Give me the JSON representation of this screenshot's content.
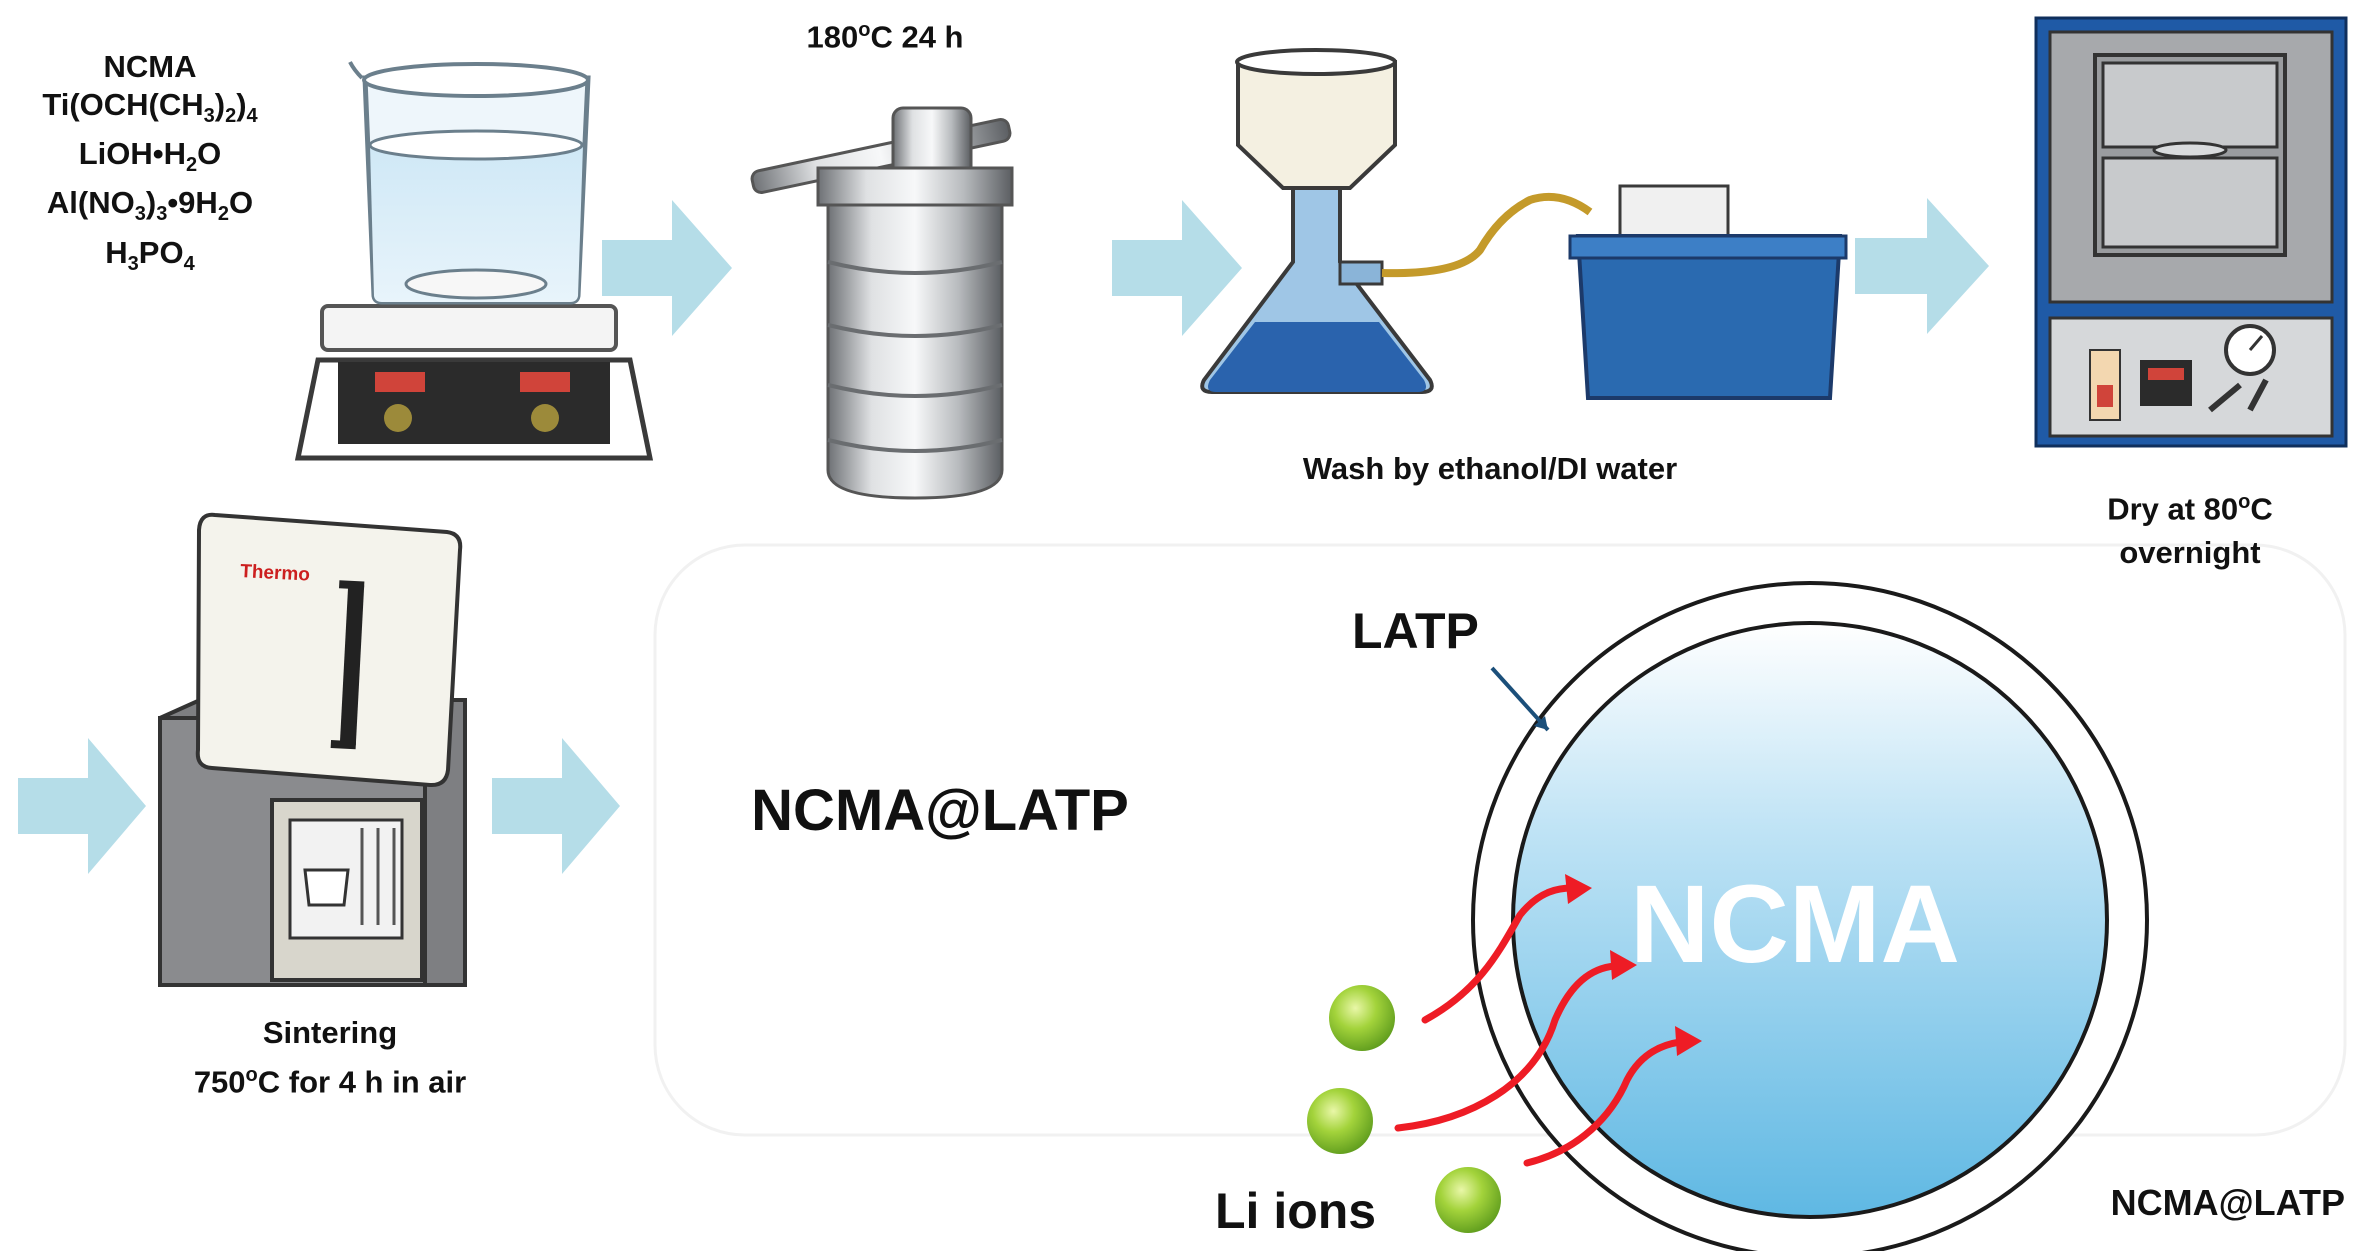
{
  "reagents": {
    "line1": "NCMA",
    "line2_base": "Ti(OCH(CH",
    "line2_sub1": "3",
    "line2_mid": ")",
    "line2_sub2": "2",
    "line2_end": ")",
    "line2_sub3": "4",
    "line3_base": "LiOH•H",
    "line3_sub": "2",
    "line3_end": "O",
    "line4_base": "Al(NO",
    "line4_sub1": "3",
    "line4_mid": ")",
    "line4_sub2": "3",
    "line4_mid2": "•9H",
    "line4_sub3": "2",
    "line4_end": "O",
    "line5_base": "H",
    "line5_sub1": "3",
    "line5_mid": "PO",
    "line5_sub2": "4"
  },
  "steps": {
    "autoclave_label_pre": "180",
    "autoclave_label_sup": "o",
    "autoclave_label_post": "C 24 h",
    "wash_label": "Wash by ethanol/DI water",
    "dry_label_pre": "Dry at 80",
    "dry_label_sup": "o",
    "dry_label_post": "C",
    "dry_label_line2": "overnight",
    "furnace_brand": "Thermo",
    "sinter_line1": "Sintering",
    "sinter_line2_pre": "750",
    "sinter_line2_sup": "o",
    "sinter_line2_post": "C for 4 h in air"
  },
  "product": {
    "title": "NCMA@LATP",
    "shell_label": "LATP",
    "core_label": "NCMA",
    "ions_label": "Li ions",
    "corner_label": "NCMA@LATP"
  },
  "colors": {
    "arrow": "#b5dde8",
    "core_top": "#ffffff",
    "core_bottom": "#6cbfe6",
    "ion": "#8cc63f",
    "ion_arrow": "#ee1c25",
    "oven_frame": "#1f5aa6",
    "oven_body": "#a7a9ac",
    "bath": "#2a6ab0",
    "brand": "#cc1f1f"
  }
}
